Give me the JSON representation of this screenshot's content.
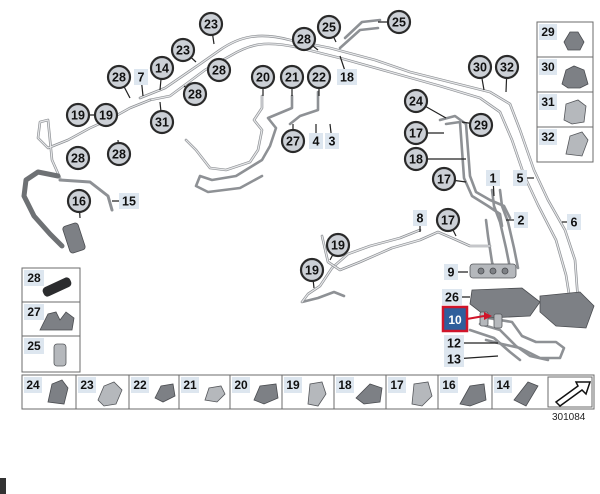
{
  "diagram": {
    "reference_number": "301084",
    "highlight_color": "#d0152a",
    "bubble_fill": "#ccd0d6",
    "callouts": [
      {
        "id": "c23a",
        "label": "23"
      },
      {
        "id": "c25a",
        "label": "25"
      },
      {
        "id": "c25b",
        "label": "25"
      },
      {
        "id": "c28a",
        "label": "28"
      },
      {
        "id": "c23b",
        "label": "23"
      },
      {
        "id": "c28b",
        "label": "28"
      },
      {
        "id": "c7",
        "label": "7"
      },
      {
        "id": "c14a",
        "label": "14"
      },
      {
        "id": "c28c",
        "label": "28"
      },
      {
        "id": "c28d",
        "label": "28"
      },
      {
        "id": "c20",
        "label": "20"
      },
      {
        "id": "c21",
        "label": "21"
      },
      {
        "id": "c22",
        "label": "22"
      },
      {
        "id": "c18a",
        "label": "18"
      },
      {
        "id": "c30a",
        "label": "30"
      },
      {
        "id": "c32a",
        "label": "32"
      },
      {
        "id": "c19a",
        "label": "19"
      },
      {
        "id": "c19b",
        "label": "19"
      },
      {
        "id": "c31a",
        "label": "31"
      },
      {
        "id": "c24a",
        "label": "24"
      },
      {
        "id": "c29a",
        "label": "29"
      },
      {
        "id": "c28e",
        "label": "28"
      },
      {
        "id": "c28f",
        "label": "28"
      },
      {
        "id": "c27a",
        "label": "27"
      },
      {
        "id": "c4",
        "label": "4"
      },
      {
        "id": "c3",
        "label": "3"
      },
      {
        "id": "c17a",
        "label": "17"
      },
      {
        "id": "c18b",
        "label": "18"
      },
      {
        "id": "c17b",
        "label": "17"
      },
      {
        "id": "c1",
        "label": "1"
      },
      {
        "id": "c5",
        "label": "5"
      },
      {
        "id": "c16a",
        "label": "16"
      },
      {
        "id": "c15",
        "label": "15"
      },
      {
        "id": "c2",
        "label": "2"
      },
      {
        "id": "c8",
        "label": "8"
      },
      {
        "id": "c17c",
        "label": "17"
      },
      {
        "id": "c6",
        "label": "6"
      },
      {
        "id": "c19c",
        "label": "19"
      },
      {
        "id": "c19d",
        "label": "19"
      },
      {
        "id": "c9",
        "label": "9"
      },
      {
        "id": "c26a",
        "label": "26"
      },
      {
        "id": "c10",
        "label": "10"
      },
      {
        "id": "c12",
        "label": "12"
      },
      {
        "id": "c13",
        "label": "13"
      }
    ],
    "side_legend": [
      {
        "id": "s29",
        "label": "29"
      },
      {
        "id": "s30",
        "label": "30"
      },
      {
        "id": "s31",
        "label": "31"
      },
      {
        "id": "s32",
        "label": "32"
      }
    ],
    "left_legend": [
      {
        "id": "l28",
        "label": "28"
      },
      {
        "id": "l27",
        "label": "27"
      },
      {
        "id": "l25",
        "label": "25"
      }
    ],
    "bottom_legend": [
      {
        "id": "b24",
        "label": "24"
      },
      {
        "id": "b23",
        "label": "23"
      },
      {
        "id": "b22",
        "label": "22"
      },
      {
        "id": "b21",
        "label": "21"
      },
      {
        "id": "b20",
        "label": "20"
      },
      {
        "id": "b19",
        "label": "19"
      },
      {
        "id": "b18",
        "label": "18"
      },
      {
        "id": "b17",
        "label": "17"
      },
      {
        "id": "b16",
        "label": "16"
      },
      {
        "id": "b14",
        "label": "14"
      }
    ]
  }
}
